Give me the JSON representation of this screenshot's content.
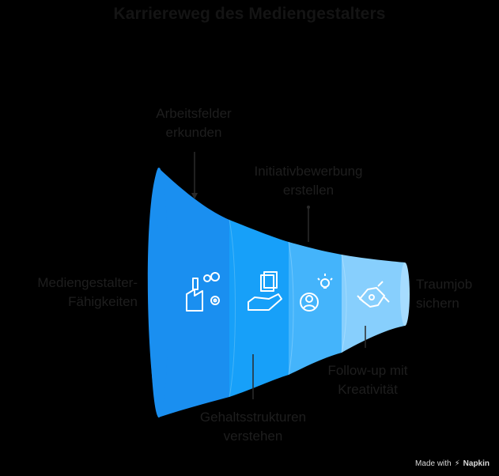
{
  "title": "Karriereweg des Mediengestalters",
  "stages": [
    {
      "label_lines": [
        "Mediengestalter-",
        "Fähigkeiten"
      ],
      "icon": "factory-gear-icon",
      "color": "#1a8ff0"
    },
    {
      "label_lines": [
        "Arbeitsfelder",
        "erkunden"
      ],
      "icon": "hand-documents-icon",
      "color": "#15a0f8"
    },
    {
      "label_lines": [
        "Gehaltsstrukturen",
        "verstehen"
      ],
      "icon": "person-lightbulb-icon",
      "color": "#3fb2fb"
    },
    {
      "label_lines": [
        "Initiativbewerbung",
        "erstellen"
      ],
      "icon": "handshake-icon",
      "color": "#7fcdfd"
    },
    {
      "label_lines": [
        "Follow-up mit",
        "Kreativität"
      ],
      "icon": "",
      "color": ""
    },
    {
      "label_lines": [
        "Traumjob",
        "sichern"
      ],
      "icon": "",
      "color": ""
    }
  ],
  "colors": {
    "background": "#000000",
    "text": "#1e1e1e",
    "leader": "#2a2a2a"
  },
  "credit": {
    "prefix": "Made with",
    "brand": "Napkin"
  }
}
